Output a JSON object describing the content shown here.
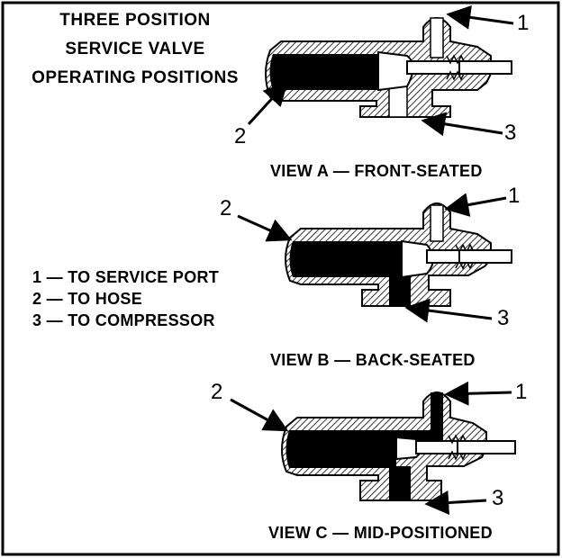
{
  "title": {
    "line1": "THREE POSITION",
    "line2": "SERVICE VALVE",
    "line3": "OPERATING POSITIONS"
  },
  "legend": [
    "1 — TO SERVICE PORT",
    "2 — TO HOSE",
    "3 — TO COMPRESSOR"
  ],
  "views": [
    {
      "caption": "VIEW A — FRONT-SEATED",
      "callouts": [
        "1",
        "2",
        "3"
      ],
      "sealed_paths": [
        "compressor"
      ]
    },
    {
      "caption": "VIEW B — BACK-SEATED",
      "callouts": [
        "1",
        "2",
        "3"
      ],
      "sealed_paths": [
        "service-port"
      ]
    },
    {
      "caption": "VIEW C — MID-POSITIONED",
      "callouts": [
        "1",
        "2",
        "3"
      ],
      "sealed_paths": []
    }
  ],
  "colors": {
    "ink": "#000000",
    "paper": "#ffffff"
  }
}
